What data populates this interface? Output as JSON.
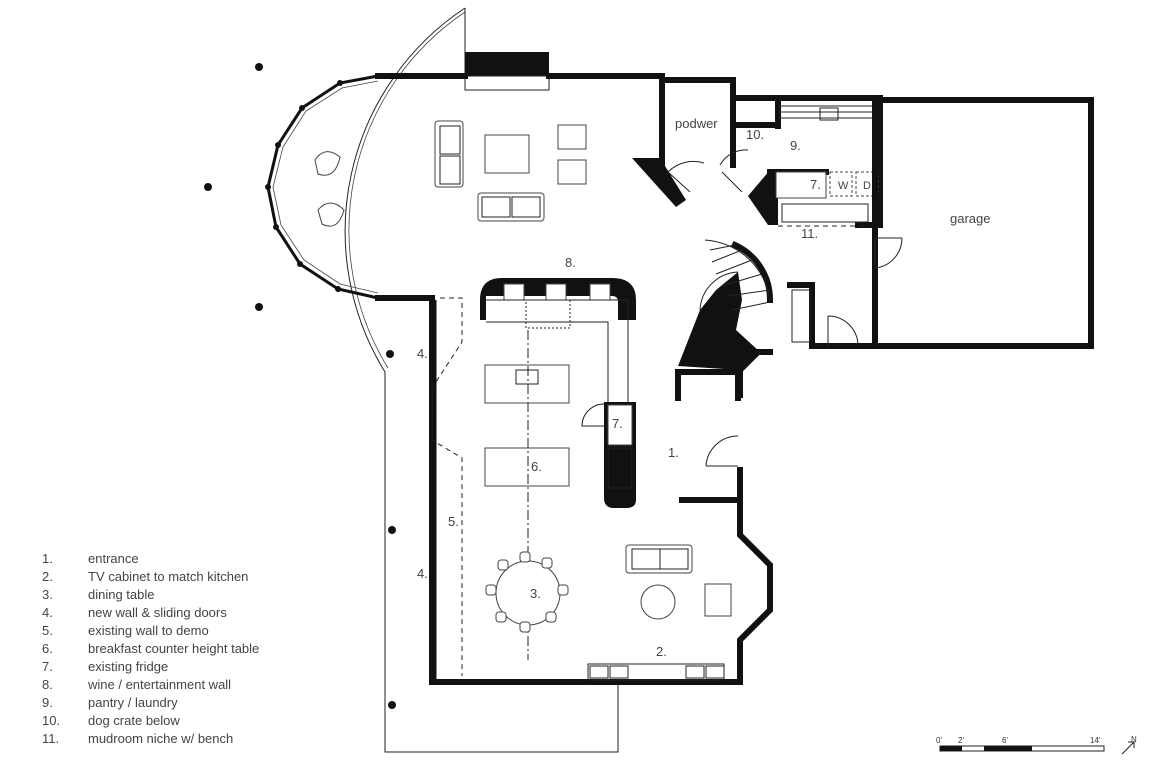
{
  "rooms": {
    "podwer": "podwer",
    "garage": "garage"
  },
  "markers": {
    "m1": "1.",
    "m2": "2.",
    "m3": "3.",
    "m4a": "4.",
    "m4b": "4.",
    "m5": "5.",
    "m6": "6.",
    "m7": "7.",
    "m8": "8.",
    "m9": "9.",
    "m10": "10.",
    "m11": "11."
  },
  "appliances": {
    "washer": "W",
    "dryer": "D"
  },
  "legend": [
    {
      "num": "1.",
      "text": "entrance"
    },
    {
      "num": "2.",
      "text": "TV cabinet to match kitchen"
    },
    {
      "num": "3.",
      "text": "dining table"
    },
    {
      "num": "4.",
      "text": "new wall & sliding doors"
    },
    {
      "num": "5.",
      "text": "existing wall to demo"
    },
    {
      "num": "6.",
      "text": "breakfast counter height table"
    },
    {
      "num": "7.",
      "text": "existing fridge"
    },
    {
      "num": "8.",
      "text": "wine / entertainment wall"
    },
    {
      "num": "9.",
      "text": "pantry / laundry"
    },
    {
      "num": "10.",
      "text": "dog crate below"
    },
    {
      "num": "11.",
      "text": "mudroom niche w/ bench"
    }
  ],
  "scale_bar": {
    "ticks": [
      "0'",
      "2'",
      "6'",
      "14'"
    ],
    "north": "N"
  }
}
